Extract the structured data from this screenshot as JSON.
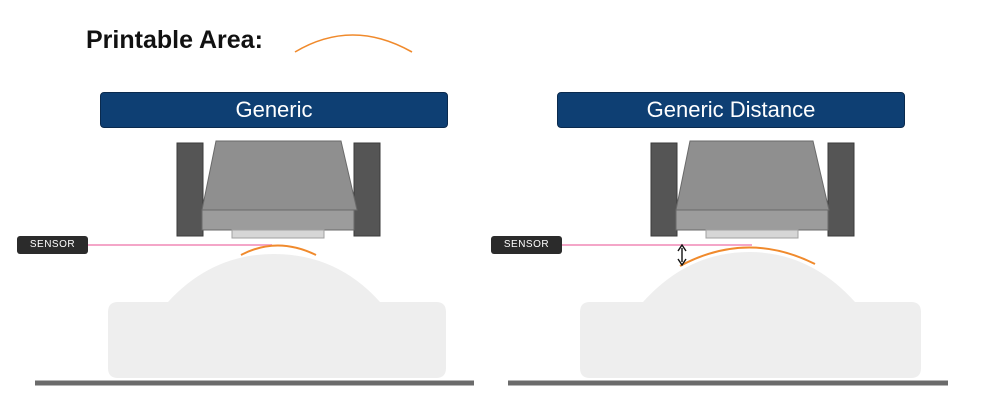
{
  "legend": {
    "label": "Printable Area:"
  },
  "panels": [
    {
      "title": "Generic",
      "sensor_label": "SENSOR",
      "shows_distance_gap": false
    },
    {
      "title": "Generic Distance",
      "sensor_label": "SENSOR",
      "shows_distance_gap": true
    }
  ],
  "colors": {
    "title_bar": "#0e3f73",
    "print_head_body": "#8f8f8f",
    "print_head_rails": "#555555",
    "sensor_beam": "#f4a6c8",
    "printable_arc": "#f08a2c",
    "object": "#eeeeee",
    "base_line": "#6b6b6b"
  }
}
